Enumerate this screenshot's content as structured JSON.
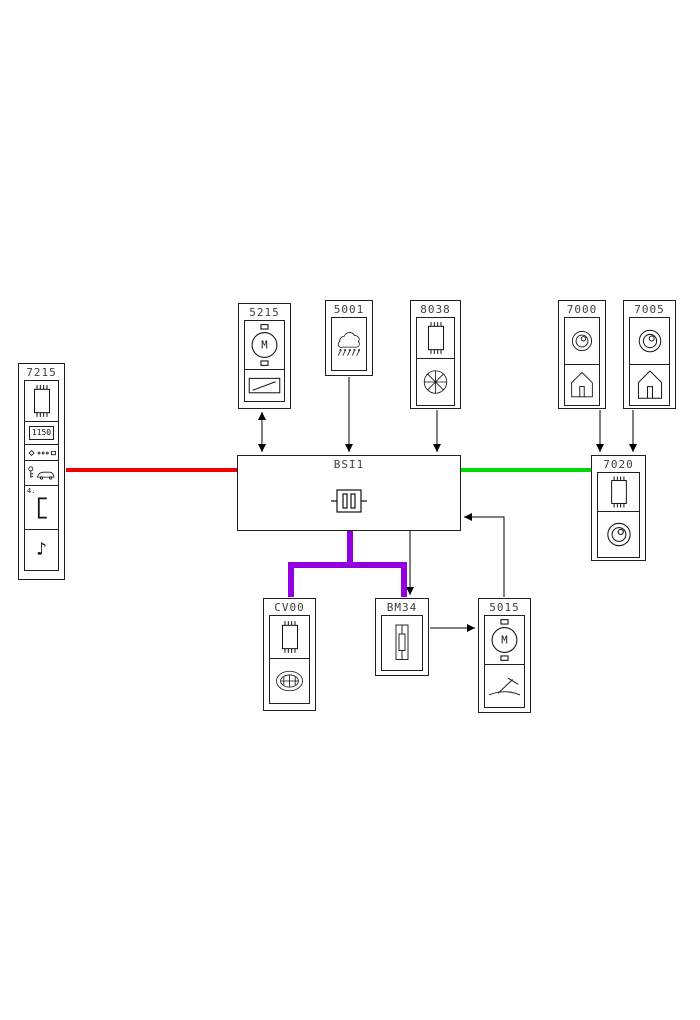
{
  "colors": {
    "wire_red": "#f00000",
    "wire_green": "#00d900",
    "wire_purple": "#9100e0",
    "wire_black": "#000000"
  },
  "nodes": {
    "n7215": {
      "label": "7215",
      "display_value": "1150",
      "item_index": "4.",
      "music_note": "♪"
    },
    "n5215": {
      "label": "5215",
      "motor_letter": "M"
    },
    "n5001": {
      "label": "5001"
    },
    "n8038": {
      "label": "8038"
    },
    "n7000": {
      "label": "7000"
    },
    "n7005": {
      "label": "7005"
    },
    "n7020": {
      "label": "7020"
    },
    "bsi1": {
      "label": "BSI1"
    },
    "cv00": {
      "label": "CV00"
    },
    "bm34": {
      "label": "BM34"
    },
    "n5015": {
      "label": "5015",
      "motor_letter": "M"
    }
  }
}
